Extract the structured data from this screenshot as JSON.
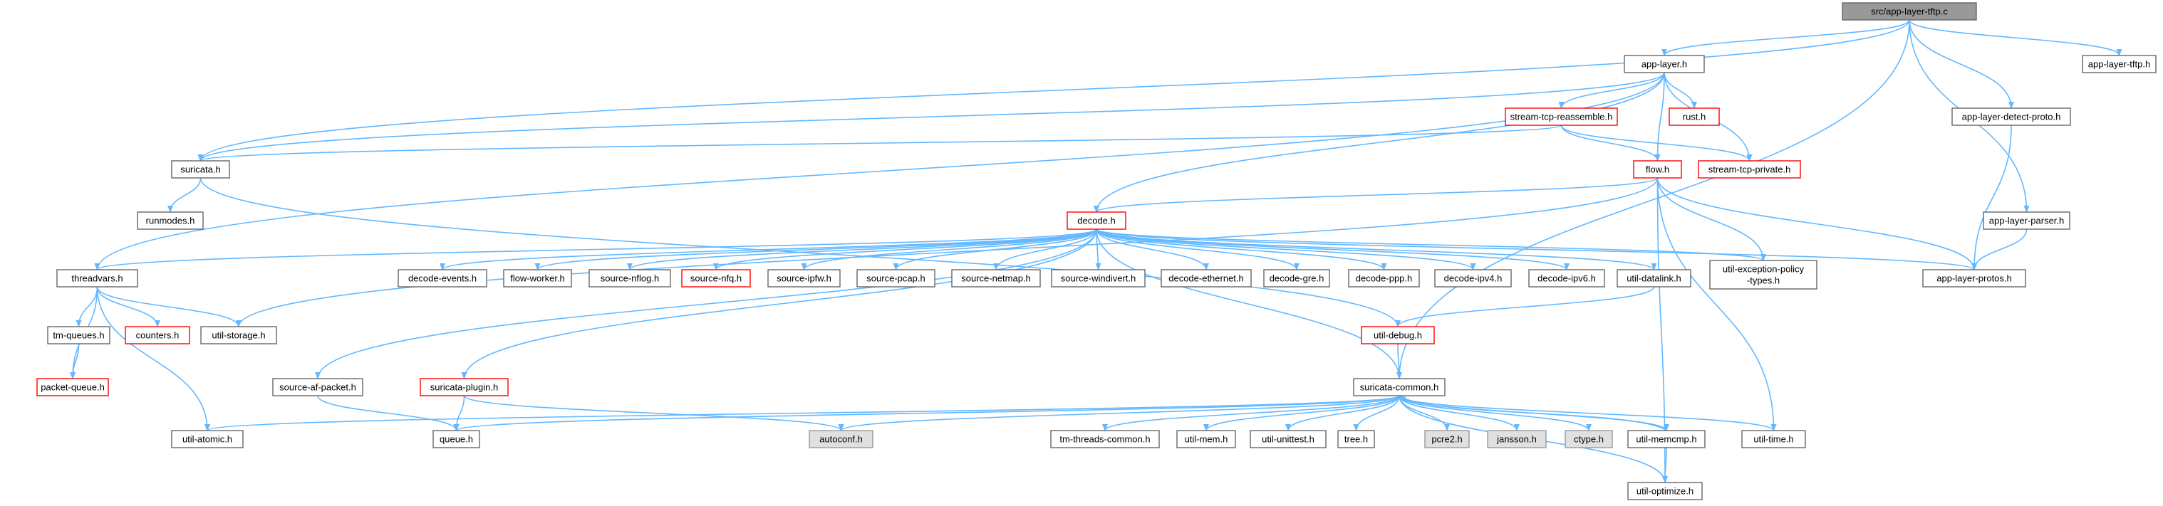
{
  "colors": {
    "edge": "#63b8ff",
    "node_border_default": "#666666",
    "node_border_red": "#ff0000",
    "node_fill_default": "#ffffff",
    "node_fill_root": "#999999",
    "node_fill_gray": "#e0e0e0",
    "node_border_gray": "#999999"
  },
  "nodes": [
    {
      "id": "n0",
      "label": "src/app-layer-tftp.c",
      "style": "root"
    },
    {
      "id": "n1",
      "label": "app-layer.h",
      "style": "normal"
    },
    {
      "id": "n2",
      "label": "app-layer-tftp.h",
      "style": "normal"
    },
    {
      "id": "n3",
      "label": "app-layer-detect-proto.h",
      "style": "normal"
    },
    {
      "id": "n4",
      "label": "rust.h",
      "style": "red"
    },
    {
      "id": "n5",
      "label": "stream-tcp-reassemble.h",
      "style": "red"
    },
    {
      "id": "n6",
      "label": "suricata.h",
      "style": "normal"
    },
    {
      "id": "n7",
      "label": "flow.h",
      "style": "red"
    },
    {
      "id": "n8",
      "label": "stream-tcp-private.h",
      "style": "red"
    },
    {
      "id": "n9",
      "label": "runmodes.h",
      "style": "normal"
    },
    {
      "id": "n10",
      "label": "decode.h",
      "style": "red"
    },
    {
      "id": "n11",
      "label": "app-layer-parser.h",
      "style": "normal"
    },
    {
      "id": "n12",
      "label": "threadvars.h",
      "style": "normal"
    },
    {
      "id": "n13",
      "label": "decode-events.h",
      "style": "normal"
    },
    {
      "id": "n14",
      "label": "flow-worker.h",
      "style": "normal"
    },
    {
      "id": "n15",
      "label": "source-nflog.h",
      "style": "normal"
    },
    {
      "id": "n16",
      "label": "source-nfq.h",
      "style": "red"
    },
    {
      "id": "n17",
      "label": "source-ipfw.h",
      "style": "normal"
    },
    {
      "id": "n18",
      "label": "source-pcap.h",
      "style": "normal"
    },
    {
      "id": "n19",
      "label": "source-netmap.h",
      "style": "normal"
    },
    {
      "id": "n20",
      "label": "source-windivert.h",
      "style": "normal"
    },
    {
      "id": "n21",
      "label": "decode-ethernet.h",
      "style": "normal"
    },
    {
      "id": "n22",
      "label": "decode-gre.h",
      "style": "normal"
    },
    {
      "id": "n23",
      "label": "decode-ppp.h",
      "style": "normal"
    },
    {
      "id": "n24",
      "label": "decode-ipv4.h",
      "style": "normal"
    },
    {
      "id": "n25",
      "label": "decode-ipv6.h",
      "style": "normal"
    },
    {
      "id": "n26",
      "label": "util-datalink.h",
      "style": "normal"
    },
    {
      "id": "n27",
      "label": [
        "util-exception-policy",
        "-types.h"
      ],
      "style": "normal"
    },
    {
      "id": "n28",
      "label": "app-layer-protos.h",
      "style": "normal"
    },
    {
      "id": "n29",
      "label": "tm-queues.h",
      "style": "normal"
    },
    {
      "id": "n30",
      "label": "counters.h",
      "style": "red"
    },
    {
      "id": "n31",
      "label": "util-storage.h",
      "style": "normal"
    },
    {
      "id": "n32",
      "label": "util-debug.h",
      "style": "red"
    },
    {
      "id": "n33",
      "label": "packet-queue.h",
      "style": "red"
    },
    {
      "id": "n34",
      "label": "source-af-packet.h",
      "style": "normal"
    },
    {
      "id": "n35",
      "label": "suricata-plugin.h",
      "style": "red"
    },
    {
      "id": "n36",
      "label": "suricata-common.h",
      "style": "normal"
    },
    {
      "id": "n37",
      "label": "util-atomic.h",
      "style": "normal"
    },
    {
      "id": "n38",
      "label": "queue.h",
      "style": "normal"
    },
    {
      "id": "n39",
      "label": "autoconf.h",
      "style": "gray"
    },
    {
      "id": "n40",
      "label": "tm-threads-common.h",
      "style": "normal"
    },
    {
      "id": "n41",
      "label": "util-mem.h",
      "style": "normal"
    },
    {
      "id": "n42",
      "label": "util-unittest.h",
      "style": "normal"
    },
    {
      "id": "n43",
      "label": "tree.h",
      "style": "normal"
    },
    {
      "id": "n44",
      "label": "pcre2.h",
      "style": "gray"
    },
    {
      "id": "n45",
      "label": "jansson.h",
      "style": "gray"
    },
    {
      "id": "n46",
      "label": "ctype.h",
      "style": "gray"
    },
    {
      "id": "n47",
      "label": "util-memcmp.h",
      "style": "normal"
    },
    {
      "id": "n48",
      "label": "util-time.h",
      "style": "normal"
    },
    {
      "id": "n49",
      "label": "util-optimize.h",
      "style": "normal"
    }
  ],
  "edges": [
    [
      "n0",
      "n1"
    ],
    [
      "n0",
      "n2"
    ],
    [
      "n0",
      "n3"
    ],
    [
      "n0",
      "n11"
    ],
    [
      "n0",
      "n6"
    ],
    [
      "n0",
      "n36"
    ],
    [
      "n1",
      "n4"
    ],
    [
      "n1",
      "n5"
    ],
    [
      "n1",
      "n6"
    ],
    [
      "n1",
      "n7"
    ],
    [
      "n1",
      "n8"
    ],
    [
      "n1",
      "n10"
    ],
    [
      "n1",
      "n12"
    ],
    [
      "n5",
      "n6"
    ],
    [
      "n5",
      "n7"
    ],
    [
      "n5",
      "n8"
    ],
    [
      "n3",
      "n28"
    ],
    [
      "n11",
      "n28"
    ],
    [
      "n6",
      "n9"
    ],
    [
      "n6",
      "n32"
    ],
    [
      "n7",
      "n10"
    ],
    [
      "n7",
      "n27"
    ],
    [
      "n7",
      "n28"
    ],
    [
      "n7",
      "n48"
    ],
    [
      "n7",
      "n49"
    ],
    [
      "n7",
      "n31"
    ],
    [
      "n10",
      "n12"
    ],
    [
      "n10",
      "n13"
    ],
    [
      "n10",
      "n14"
    ],
    [
      "n10",
      "n15"
    ],
    [
      "n10",
      "n16"
    ],
    [
      "n10",
      "n17"
    ],
    [
      "n10",
      "n18"
    ],
    [
      "n10",
      "n19"
    ],
    [
      "n10",
      "n20"
    ],
    [
      "n10",
      "n21"
    ],
    [
      "n10",
      "n22"
    ],
    [
      "n10",
      "n23"
    ],
    [
      "n10",
      "n24"
    ],
    [
      "n10",
      "n25"
    ],
    [
      "n10",
      "n26"
    ],
    [
      "n10",
      "n27"
    ],
    [
      "n10",
      "n28"
    ],
    [
      "n10",
      "n34"
    ],
    [
      "n10",
      "n35"
    ],
    [
      "n10",
      "n36"
    ],
    [
      "n12",
      "n29"
    ],
    [
      "n12",
      "n30"
    ],
    [
      "n12",
      "n31"
    ],
    [
      "n12",
      "n33"
    ],
    [
      "n12",
      "n37"
    ],
    [
      "n29",
      "n33"
    ],
    [
      "n26",
      "n32"
    ],
    [
      "n32",
      "n36"
    ],
    [
      "n34",
      "n38"
    ],
    [
      "n35",
      "n38"
    ],
    [
      "n35",
      "n39"
    ],
    [
      "n36",
      "n37"
    ],
    [
      "n36",
      "n38"
    ],
    [
      "n36",
      "n39"
    ],
    [
      "n36",
      "n40"
    ],
    [
      "n36",
      "n41"
    ],
    [
      "n36",
      "n42"
    ],
    [
      "n36",
      "n43"
    ],
    [
      "n36",
      "n44"
    ],
    [
      "n36",
      "n45"
    ],
    [
      "n36",
      "n46"
    ],
    [
      "n36",
      "n47"
    ],
    [
      "n36",
      "n48"
    ],
    [
      "n36",
      "n49"
    ],
    [
      "n47",
      "n36"
    ],
    [
      "n47",
      "n49"
    ]
  ]
}
